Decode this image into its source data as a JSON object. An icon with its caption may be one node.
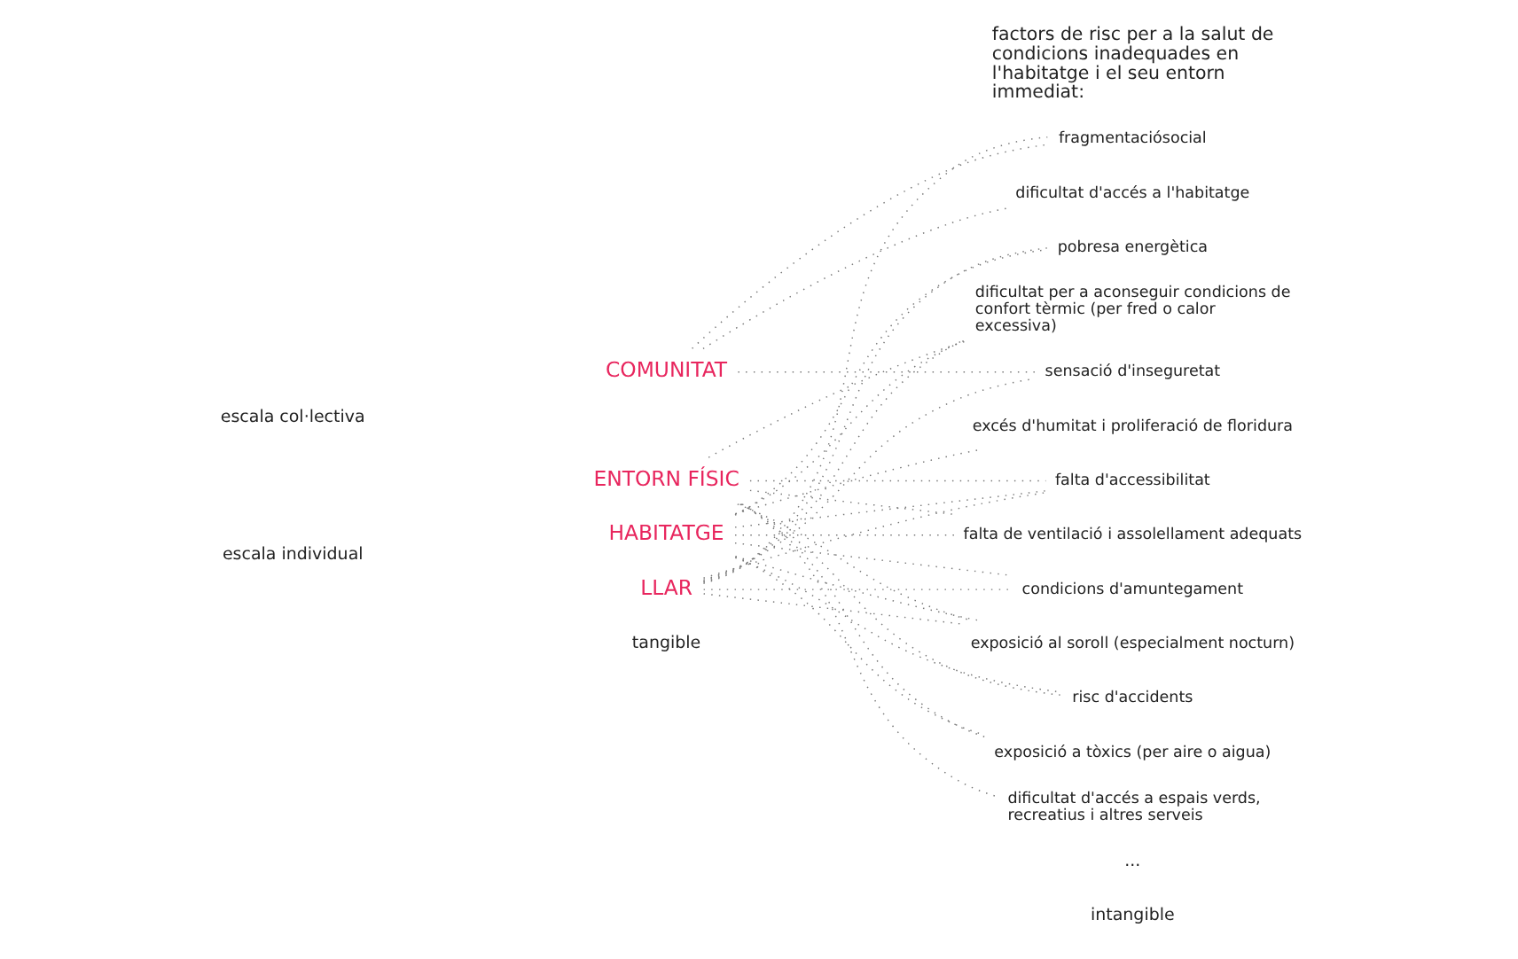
{
  "diagram": {
    "nodes": [
      {
        "text": [
          "COMUNITAT"
        ]
      },
      {
        "text": [
          "ENTORN FÍSIC"
        ]
      },
      {
        "text": [
          "HABITATGE"
        ]
      },
      {
        "text": [
          "LLAR"
        ]
      },
      {
        "text": [
          "fragmentaciósocial"
        ]
      },
      {
        "text": [
          "dificultat d'accés a l'habitatge"
        ]
      },
      {
        "text": [
          "pobresa energètica"
        ]
      },
      {
        "text": [
          "dificultat per a aconseguir condicions de confort tèrmic (per fred o calor excessiva)"
        ]
      },
      {
        "text": [
          "sensació d'inseguretat"
        ]
      },
      {
        "text": [
          "excés d'humitat i proliferació de floridura"
        ]
      },
      {
        "text": [
          "falta d'accessibilitat"
        ]
      },
      {
        "text": [
          "falta de ventilació i assolellament adequats"
        ]
      },
      {
        "text": [
          "condicions d'amuntegament"
        ]
      },
      {
        "text": [
          "exposició al soroll (especialment nocturn)"
        ]
      },
      {
        "text": [
          "risc d'accidents"
        ]
      },
      {
        "text": [
          "exposició a tòxics (per aire o aigua)"
        ]
      },
      {
        "text": [
          "dificultat d'accés a espais verds, recreatius i altres serveis"
        ]
      }
    ],
    "edges": [
      {
        "from": 0,
        "to": 4,
        "arrow": "none"
      },
      {
        "from": 0,
        "to": 5,
        "arrow": "none"
      },
      {
        "from": 0,
        "to": 8,
        "arrow": "none"
      },
      {
        "from": 1,
        "to": 7,
        "arrow": "none"
      },
      {
        "from": 1,
        "to": 10,
        "arrow": "none"
      },
      {
        "from": 1,
        "to": 11,
        "arrow": "none"
      },
      {
        "from": 1,
        "to": 13,
        "arrow": "none"
      },
      {
        "from": 1,
        "to": 14,
        "arrow": "none"
      },
      {
        "from": 1,
        "to": 15,
        "arrow": "none"
      },
      {
        "from": 1,
        "to": 16,
        "arrow": "none"
      },
      {
        "from": 2,
        "to": 6,
        "arrow": "none"
      },
      {
        "from": 2,
        "to": 7,
        "arrow": "none"
      },
      {
        "from": 2,
        "to": 9,
        "arrow": "none"
      },
      {
        "from": 2,
        "to": 10,
        "arrow": "none"
      },
      {
        "from": 2,
        "to": 11,
        "arrow": "none"
      },
      {
        "from": 2,
        "to": 12,
        "arrow": "none"
      },
      {
        "from": 2,
        "to": 13,
        "arrow": "none"
      },
      {
        "from": 2,
        "to": 14,
        "arrow": "none"
      },
      {
        "from": 2,
        "to": 15,
        "arrow": "none"
      },
      {
        "from": 3,
        "to": 4,
        "arrow": "none"
      },
      {
        "from": 3,
        "to": 6,
        "arrow": "none"
      },
      {
        "from": 3,
        "to": 7,
        "arrow": "none"
      },
      {
        "from": 3,
        "to": 8,
        "arrow": "none"
      },
      {
        "from": 3,
        "to": 10,
        "arrow": "none"
      },
      {
        "from": 3,
        "to": 12,
        "arrow": "none"
      },
      {
        "from": 3,
        "to": 13,
        "arrow": "none"
      }
    ],
    "labels": [
      "factors de risc per a la salut de condicions inadequades en l'habitatge i el seu entorn immediat:",
      "escala col·lectiva",
      "escala individual",
      "tangible",
      "intangible",
      "..."
    ]
  }
}
